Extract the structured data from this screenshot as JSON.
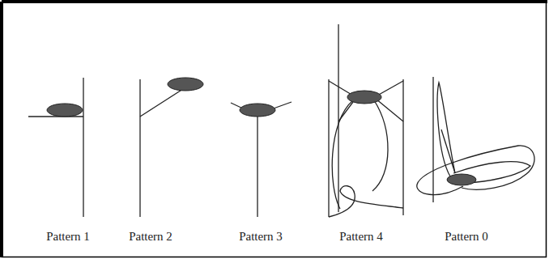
{
  "diagram": {
    "labels": [
      "Pattern 1",
      "Pattern 2",
      "Pattern 3",
      "Pattern 4",
      "Pattern 0"
    ]
  }
}
